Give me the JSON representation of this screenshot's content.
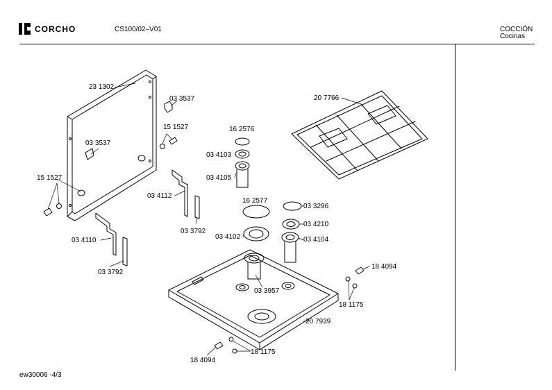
{
  "header": {
    "brand": "CORCHO",
    "model": "CS100/02–V01",
    "category": "COCCIÓN",
    "subcategory": "Cocinas"
  },
  "footer": {
    "page_ref": "ew30006  -4/3"
  },
  "parts": {
    "p231302": "23 1302",
    "p033537a": "03 3537",
    "p033537b": "03 3537",
    "p151527a": "15 1527",
    "p151527b": "15 1527",
    "p034112": "03 4112",
    "p033792a": "03 3792",
    "p034110": "03 4110",
    "p033792b": "03 3792",
    "p162576": "16 2576",
    "p034103": "03 4103",
    "p034105": "03 4105",
    "p162577": "16 2577",
    "p034102": "03 4102",
    "p033296": "03 3296",
    "p034210": "03 4210",
    "p034104": "03 4104",
    "p033957": "03 3957",
    "p207766": "20 7766",
    "p184094a": "18 4094",
    "p181175a": "18 1175",
    "p207939": "20 7939",
    "p184094b": "18 4094",
    "p181175b": "18 1175"
  }
}
